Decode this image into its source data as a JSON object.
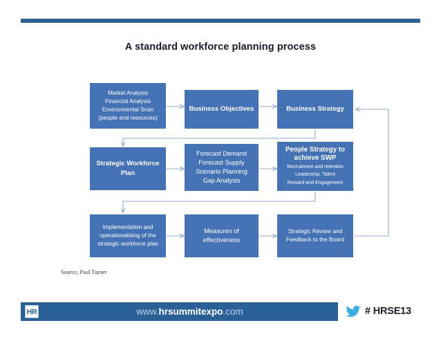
{
  "slide": {
    "title": "A standard workforce planning process",
    "source_note": "Source, Paul Turner",
    "accent_color": "#2a6096",
    "box_color": "#4472b4",
    "connector_color": "#8fa8cc"
  },
  "flow": {
    "boxes": [
      {
        "id": "inputs",
        "lines": [
          "Market Analysis",
          "Financial Analysis",
          "Environmental Scan",
          "(people and resources)"
        ]
      },
      {
        "id": "objectives",
        "lines": [
          "Business Objectives"
        ]
      },
      {
        "id": "strategy",
        "lines": [
          "Business Strategy"
        ]
      },
      {
        "id": "swplan",
        "lines": [
          "Strategic Workforce",
          "Plan"
        ]
      },
      {
        "id": "forecast",
        "lines": [
          "Forecast Demand",
          "Forecast Supply",
          "Scenario Planning",
          "Gap Analysis"
        ]
      },
      {
        "id": "people",
        "heading": [
          "People Strategy to",
          "achieve SWP"
        ],
        "lines": [
          "Recruitment and retention",
          "Leadership, Talent",
          "Reward and Engagement"
        ]
      },
      {
        "id": "implement",
        "lines": [
          "Implementation and",
          "operationalising of the",
          "strategic workforce plan"
        ]
      },
      {
        "id": "measures",
        "lines": [
          "Measures of",
          "effectiveness"
        ]
      },
      {
        "id": "review",
        "lines": [
          "Strategic Review and",
          "Feedback to the Board"
        ]
      }
    ],
    "connectors": [
      {
        "name": "inputs-to-objectives",
        "type": "arrow-right"
      },
      {
        "name": "objectives-to-strategy",
        "type": "arrow-right"
      },
      {
        "name": "strategy-to-swplan",
        "type": "elbow-down-left"
      },
      {
        "name": "swplan-to-forecast",
        "type": "arrow-right"
      },
      {
        "name": "forecast-to-people",
        "type": "arrow-right"
      },
      {
        "name": "people-to-implement",
        "type": "elbow-down-left"
      },
      {
        "name": "implement-to-measures",
        "type": "arrow-right"
      },
      {
        "name": "measures-to-review",
        "type": "arrow-right"
      },
      {
        "name": "review-feedback-to-strategy",
        "type": "feedback-loop"
      }
    ]
  },
  "footer": {
    "logo_text": "HR",
    "url_prefix": "www.",
    "url_strong": "hrsummitexpo",
    "url_suffix": ".com",
    "hashtag": "# HRSE13",
    "band_color": "#2a6096",
    "twitter_color": "#3cabe0"
  }
}
